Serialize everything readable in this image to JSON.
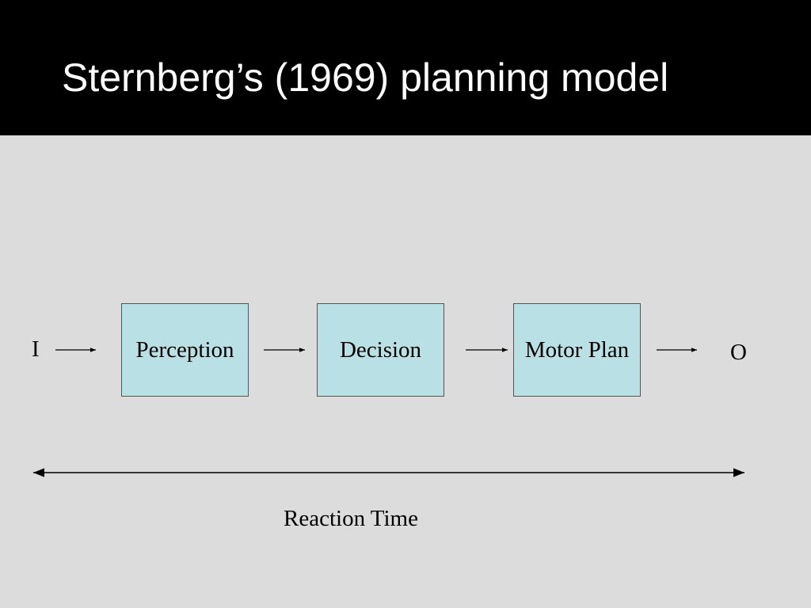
{
  "title": "Sternberg’s (1969) planning model",
  "input_label": "I",
  "output_label": "O",
  "stages": [
    "Perception",
    "Decision",
    "Motor Plan"
  ],
  "span_label": "Reaction Time",
  "colors": {
    "title_bar": "#000000",
    "background": "#dcdcdc",
    "box_fill": "#b9e0e4"
  }
}
